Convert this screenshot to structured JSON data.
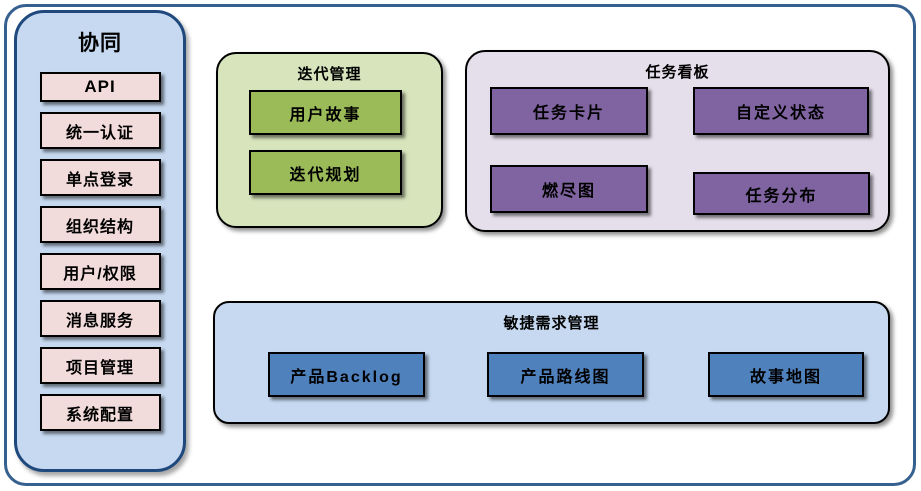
{
  "sidebar": {
    "title": "协同",
    "items": [
      "API",
      "统一认证",
      "单点登录",
      "组织结构",
      "用户/权限",
      "消息服务",
      "项目管理",
      "系统配置"
    ]
  },
  "panels": {
    "iteration": {
      "title": "迭代管理",
      "items": [
        "用户故事",
        "迭代规划"
      ]
    },
    "kanban": {
      "title": "任务看板",
      "items": [
        "任务卡片",
        "自定义状态",
        "燃尽图",
        "任务分布"
      ]
    },
    "requirements": {
      "title": "敏捷需求管理",
      "items": [
        "产品Backlog",
        "产品路线图",
        "故事地图"
      ]
    }
  },
  "colors": {
    "frame_border": "#36608f",
    "sidebar_fill": "#c6d9f0",
    "sidebar_border": "#1f497d",
    "sidebar_item_fill": "#f2dcdb",
    "iteration_panel_fill": "#d7e4bc",
    "iteration_item_fill": "#9bbb59",
    "kanban_panel_fill": "#e5dfec",
    "kanban_item_fill": "#8064a2",
    "requirements_panel_fill": "#c6d9f1",
    "requirements_item_fill": "#4f81bd",
    "block_border": "#000000",
    "text": "#000000"
  }
}
